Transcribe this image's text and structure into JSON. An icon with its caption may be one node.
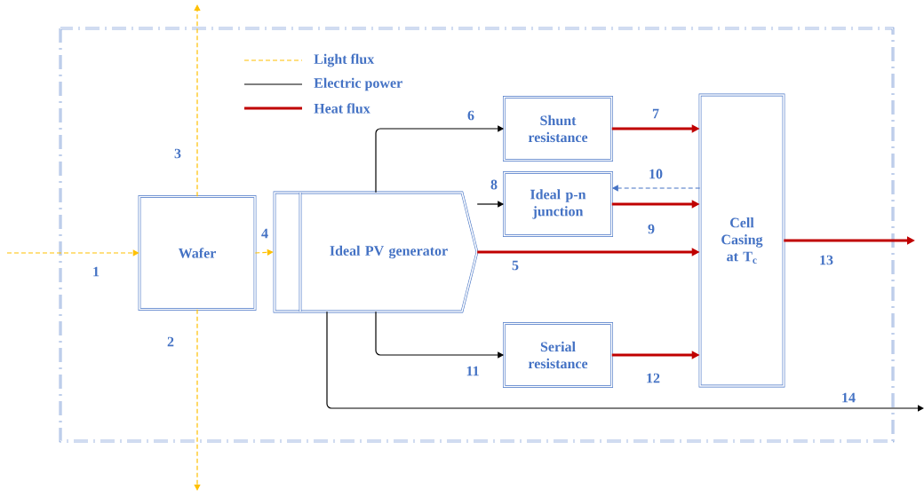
{
  "diagram": {
    "nodes": [
      {
        "text": [
          "Wafer"
        ]
      },
      {
        "text": [
          "Ideal PV generator"
        ]
      },
      {
        "text": [
          "Shunt resistance"
        ]
      },
      {
        "text": [
          "Ideal p-n junction"
        ]
      },
      {
        "text": [
          "Serial resistance"
        ]
      },
      {
        "text": [
          "Cell Casing at T$_{c}$"
        ]
      }
    ],
    "edges": [
      {
        "from": null,
        "to": 0,
        "arrow": "to",
        "label": "1",
        "style": "dashed",
        "color": "#ffc000"
      },
      {
        "from": 0,
        "to": null,
        "arrow": "to",
        "label": "2",
        "style": "dashed",
        "color": "#ffc000"
      },
      {
        "from": 0,
        "to": null,
        "arrow": "to",
        "label": "3",
        "style": "dashed",
        "color": "#ffc000"
      },
      {
        "from": 0,
        "to": 1,
        "arrow": "to",
        "label": "4",
        "style": "dashed",
        "color": "#ffc000"
      },
      {
        "from": 1,
        "to": 5,
        "arrow": "to",
        "label": "5",
        "style": "thick"
      },
      {
        "from": 1,
        "to": 2,
        "arrow": "to",
        "label": "6",
        "color": "#000000"
      },
      {
        "from": 2,
        "to": 5,
        "arrow": "to",
        "label": "7",
        "style": "thick"
      },
      {
        "from": 1,
        "to": 3,
        "arrow": "to",
        "label": "8",
        "color": "#000000"
      },
      {
        "from": 3,
        "to": 5,
        "arrow": "to",
        "label": "9",
        "style": "thick"
      },
      {
        "from": 5,
        "to": 3,
        "arrow": "to",
        "label": "10",
        "style": "dashed",
        "color": "#4472c4"
      },
      {
        "from": 1,
        "to": 4,
        "arrow": "to",
        "label": "11",
        "color": "#000000"
      },
      {
        "from": 4,
        "to": 5,
        "arrow": "to",
        "label": "12",
        "style": "thick"
      },
      {
        "from": 5,
        "to": null,
        "arrow": "to",
        "label": "13",
        "style": "thick"
      },
      {
        "from": 1,
        "to": null,
        "arrow": "to",
        "label": "14",
        "color": "#000000"
      }
    ],
    "legend": [
      {
        "text": "Light flux"
      },
      {
        "text": "Electric power"
      },
      {
        "text": "Heat flux"
      }
    ]
  }
}
